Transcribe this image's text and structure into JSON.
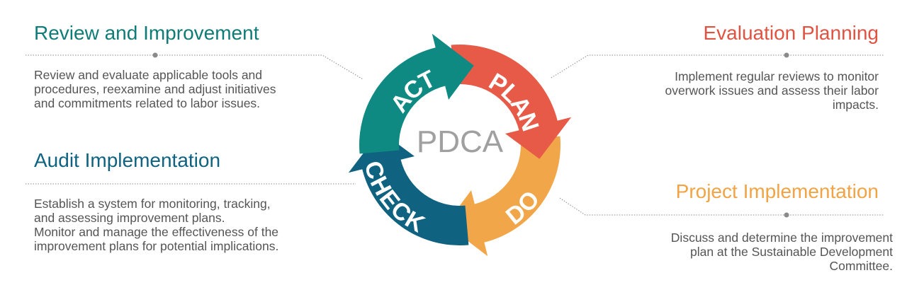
{
  "center_label": "PDCA",
  "colors": {
    "act": "#0e8a82",
    "plan": "#e85a48",
    "do": "#f2a64a",
    "check": "#0f6280",
    "title_teal": "#0f7c78",
    "title_blue": "#0f6280",
    "title_red": "#e05342",
    "title_orange": "#f0a445",
    "body_text": "#555555",
    "center_text": "#a0a0a0"
  },
  "cycle": {
    "segments": [
      {
        "key": "act",
        "label": "ACT"
      },
      {
        "key": "plan",
        "label": "PLAN"
      },
      {
        "key": "do",
        "label": "DO"
      },
      {
        "key": "check",
        "label": "CHECK"
      }
    ]
  },
  "sections": {
    "review": {
      "title": "Review and Improvement",
      "lines": [
        "Review and evaluate applicable tools and",
        "procedures, reexamine and adjust initiatives",
        "and commitments related to labor issues."
      ]
    },
    "audit": {
      "title": "Audit Implementation",
      "lines": [
        "Establish a system for monitoring, tracking,",
        "and assessing improvement plans.",
        "Monitor and manage the effectiveness of the",
        "improvement plans for potential implications."
      ]
    },
    "evaluation": {
      "title": "Evaluation Planning",
      "lines": [
        "Implement regular reviews to monitor",
        "overwork issues and assess their labor",
        "impacts."
      ]
    },
    "project": {
      "title": "Project Implementation",
      "lines": [
        "Discuss and determine the improvement",
        "plan at the Sustainable Development",
        "Committee."
      ]
    }
  }
}
